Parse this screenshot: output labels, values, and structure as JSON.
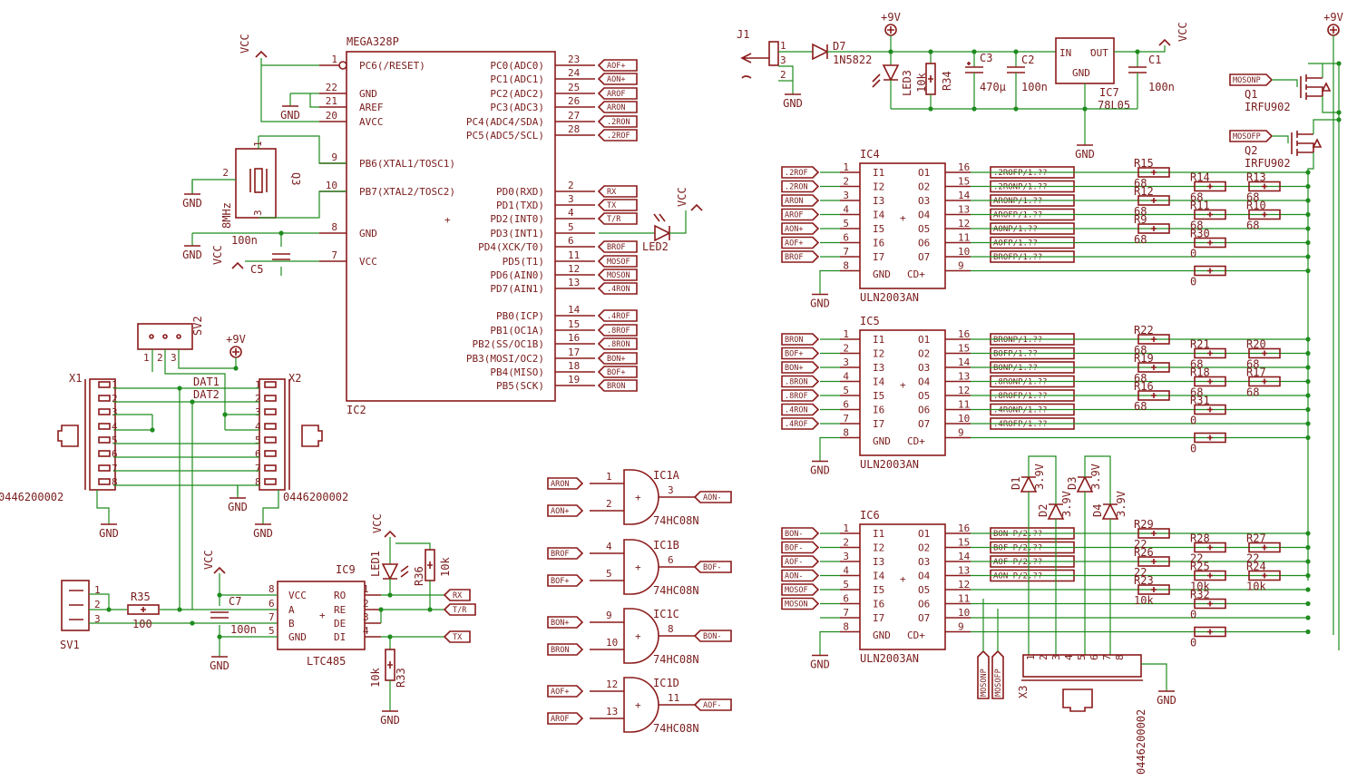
{
  "nets": {
    "vcc": "VCC",
    "gnd": "GND",
    "p9v": "+9V"
  },
  "mcu": {
    "name": "MEGA328P",
    "ref": "IC2",
    "left": [
      {
        "n": "1",
        "t": "PC6(/RESET)"
      },
      {
        "n": "22",
        "t": "GND"
      },
      {
        "n": "21",
        "t": "AREF"
      },
      {
        "n": "20",
        "t": "AVCC"
      },
      {
        "n": "9",
        "t": "PB6(XTAL1/TOSC1)"
      },
      {
        "n": "10",
        "t": "PB7(XTAL2/TOSC2)"
      },
      {
        "n": "8",
        "t": "GND"
      },
      {
        "n": "7",
        "t": "VCC"
      }
    ],
    "right": [
      {
        "n": "23",
        "t": "PC0(ADC0)",
        "tag": "AOF+"
      },
      {
        "n": "24",
        "t": "PC1(ADC1)",
        "tag": "AON+"
      },
      {
        "n": "25",
        "t": "PC2(ADC2)",
        "tag": "AROF"
      },
      {
        "n": "26",
        "t": "PC3(ADC3)",
        "tag": "ARON"
      },
      {
        "n": "27",
        "t": "PC4(ADC4/SDA)",
        "tag": ".2RON"
      },
      {
        "n": "28",
        "t": "PC5(ADC5/SCL)",
        "tag": ".2ROF"
      },
      {
        "n": "2",
        "t": "PD0(RXD)",
        "tag": "RX"
      },
      {
        "n": "3",
        "t": "PD1(TXD)",
        "tag": "TX"
      },
      {
        "n": "4",
        "t": "PD2(INT0)",
        "tag": "T/R"
      },
      {
        "n": "5",
        "t": "PD3(INT1)",
        "tag": ""
      },
      {
        "n": "6",
        "t": "PD4(XCK/T0)",
        "tag": "BROF"
      },
      {
        "n": "11",
        "t": "PD5(T1)",
        "tag": "MOSOF"
      },
      {
        "n": "12",
        "t": "PD6(AIN0)",
        "tag": "MOSON"
      },
      {
        "n": "13",
        "t": "PD7(AIN1)",
        "tag": ".4RON"
      },
      {
        "n": "14",
        "t": "PB0(ICP)",
        "tag": ".4ROF"
      },
      {
        "n": "15",
        "t": "PB1(OC1A)",
        "tag": ".8ROF"
      },
      {
        "n": "16",
        "t": "PB2(SS/OC1B)",
        "tag": ".8RON"
      },
      {
        "n": "17",
        "t": "PB3(MOSI/OC2)",
        "tag": "BON+"
      },
      {
        "n": "18",
        "t": "PB4(MISO)",
        "tag": "BOF+"
      },
      {
        "n": "19",
        "t": "PB5(SCK)",
        "tag": "BRON"
      }
    ]
  },
  "crystal": {
    "ref": "Q3",
    "value": "8MHz",
    "pins": [
      "1",
      "2",
      "3"
    ]
  },
  "c5": {
    "ref": "C5",
    "value": "100n"
  },
  "led2": {
    "ref": "LED2"
  },
  "rs485": {
    "ref": "IC9",
    "value": "LTC485",
    "left": [
      {
        "n": "8",
        "t": "VCC"
      },
      {
        "n": "6",
        "t": "A"
      },
      {
        "n": "7",
        "t": "B"
      },
      {
        "n": "5",
        "t": "GND"
      }
    ],
    "right": [
      {
        "n": "1",
        "t": "RO",
        "tag": "RX"
      },
      {
        "n": "2",
        "t": "RE",
        "tag": "T/R"
      },
      {
        "n": "3",
        "t": "DE",
        "tag": ""
      },
      {
        "n": "4",
        "t": "DI",
        "tag": "TX"
      }
    ]
  },
  "c7": {
    "ref": "C7",
    "value": "100n"
  },
  "r35": {
    "ref": "R35",
    "value": "100"
  },
  "sv1": {
    "ref": "SV1",
    "pins": [
      "1",
      "2",
      "3"
    ]
  },
  "sv2": {
    "ref": "SV2",
    "pins": [
      "1",
      "2",
      "3"
    ]
  },
  "x1": {
    "ref": "X1",
    "part": "0446200002",
    "pins": [
      "1",
      "2",
      "3",
      "4",
      "5",
      "6",
      "7",
      "8"
    ]
  },
  "x2": {
    "ref": "X2",
    "part": "0446200002",
    "pins": [
      "1",
      "2",
      "3",
      "4",
      "5",
      "6",
      "7",
      "8"
    ]
  },
  "dat": {
    "a": "DAT1",
    "b": "DAT2"
  },
  "led1": {
    "ref": "LED1"
  },
  "r36": {
    "ref": "R36",
    "value": "10k"
  },
  "r33": {
    "ref": "R33",
    "value": "10k"
  },
  "gates": [
    {
      "ref": "IC1A",
      "value": "74HC08N",
      "a": "ARON",
      "an": "1",
      "b": "AON+",
      "bn": "2",
      "o": "AON-",
      "on": "3"
    },
    {
      "ref": "IC1B",
      "value": "74HC08N",
      "a": "BROF",
      "an": "4",
      "b": "BOF+",
      "bn": "5",
      "o": "BOF-",
      "on": "6"
    },
    {
      "ref": "IC1C",
      "value": "74HC08N",
      "a": "BON+",
      "an": "9",
      "b": "BRON",
      "bn": "10",
      "o": "BON-",
      "on": "8"
    },
    {
      "ref": "IC1D",
      "value": "74HC08N",
      "a": "AOF+",
      "an": "12",
      "b": "AROF",
      "bn": "13",
      "o": "AOF-",
      "on": "11"
    }
  ],
  "power": {
    "j1": "J1",
    "j1pins": [
      "1",
      "3",
      "2"
    ],
    "d7": "D7",
    "d7v": "1N5822",
    "led3": "LED3",
    "r34": "R34",
    "r34v": "10k",
    "c3": "C3",
    "c3v": "470µ",
    "c2": "C2",
    "c2v": "100n",
    "ic7": "IC7",
    "ic7v": "78L05",
    "ic7in": "IN",
    "ic7out": "OUT",
    "ic7gnd": "GND",
    "c1": "C1",
    "c1v": "100n"
  },
  "mosfets": [
    {
      "ref": "Q1",
      "value": "IRFU902",
      "gate": "MOSONP"
    },
    {
      "ref": "Q2",
      "value": "IRFU902",
      "gate": "MOSOFP"
    }
  ],
  "ulns": [
    {
      "ref": "IC4",
      "value": "ULN2003AN",
      "inputs": [
        ".2ROF",
        ".2RON",
        "ARON",
        "AROF",
        "AON+",
        "AOF+",
        "BROF"
      ],
      "outputs": [
        ".2ROFP/1.??",
        ".2RONP/1.??",
        "ARONP/1.??",
        "AROFP/1.??",
        "AONP/1.??",
        "AOFP/1.??",
        "BROFP/1.??"
      ],
      "rl": [
        "R15",
        "",
        "R12",
        "",
        "R9",
        ""
      ],
      "rlv": [
        "68",
        "",
        "68",
        "",
        "68",
        ""
      ],
      "rm": [
        "",
        "R14",
        "",
        "R11",
        "",
        "R30"
      ],
      "rmv": [
        "",
        "68",
        "",
        "68",
        "",
        "0"
      ],
      "rr": [
        "",
        "R13",
        "",
        "R10",
        ""
      ],
      "rrv": [
        "",
        "68",
        "",
        "68",
        ""
      ]
    },
    {
      "ref": "IC5",
      "value": "ULN2003AN",
      "inputs": [
        "BRON",
        "BOF+",
        "BON+",
        ".8RON",
        ".8ROF",
        ".4RON",
        ".4ROF"
      ],
      "outputs": [
        "BRONP/1.??",
        "BOFP/1.??",
        "BONP/1.??",
        ".8RONP/1.??",
        ".8ROFP/1.??",
        ".4RONP/1.??",
        ".4ROFP/1.??"
      ],
      "rl": [
        "R22",
        "",
        "R19",
        "",
        "R16",
        ""
      ],
      "rlv": [
        "68",
        "",
        "68",
        "",
        "68",
        ""
      ],
      "rm": [
        "",
        "R21",
        "",
        "R18",
        "",
        "R31"
      ],
      "rmv": [
        "",
        "68",
        "",
        "68",
        "",
        "0"
      ],
      "rr": [
        "",
        "R20",
        "",
        "R17",
        ""
      ],
      "rrv": [
        "",
        "68",
        "",
        "68",
        ""
      ]
    },
    {
      "ref": "IC6",
      "value": "ULN2003AN",
      "inputs": [
        "BON-",
        "BOF-",
        "AOF-",
        "AON-",
        "MOSOF",
        "MOSON",
        ""
      ],
      "outputs": [
        "BON P/2.??",
        "BOF P/2.??",
        "AOF P/2.??",
        "AON P/2.??",
        "",
        "",
        ""
      ],
      "rl": [
        "R29",
        "",
        "R26",
        "",
        "R23",
        ""
      ],
      "rlv": [
        "22",
        "",
        "22",
        "",
        "10k",
        ""
      ],
      "rm": [
        "",
        "R28",
        "",
        "R25",
        "",
        "R32"
      ],
      "rmv": [
        "",
        "22",
        "",
        "10k",
        "",
        "0"
      ],
      "rr": [
        "",
        "R27",
        "",
        "R24",
        ""
      ],
      "rrv": [
        "",
        "22",
        "",
        "10k",
        ""
      ]
    }
  ],
  "uln_pins": {
    "I": [
      "I1",
      "I2",
      "I3",
      "I4",
      "I5",
      "I6",
      "I7"
    ],
    "O": [
      "O1",
      "O2",
      "O3",
      "O4",
      "O5",
      "O6",
      "O7"
    ],
    "gnd": "GND",
    "cd": "CD+",
    "inN": [
      "1",
      "2",
      "3",
      "4",
      "5",
      "6",
      "7",
      "8"
    ],
    "outN": [
      "16",
      "15",
      "14",
      "13",
      "12",
      "11",
      "10",
      "9"
    ]
  },
  "zeners": [
    {
      "ref": "D1",
      "value": "3.9V"
    },
    {
      "ref": "D2",
      "value": "3.9V"
    },
    {
      "ref": "D3",
      "value": "3.9V"
    },
    {
      "ref": "D4",
      "value": "3.9V"
    }
  ],
  "x3": {
    "ref": "X3",
    "part": "0446200002",
    "pins": [
      "1",
      "2",
      "3",
      "4",
      "5",
      "6",
      "7",
      "8"
    ],
    "tags": [
      "MOSONP",
      "MOSOFP"
    ]
  }
}
